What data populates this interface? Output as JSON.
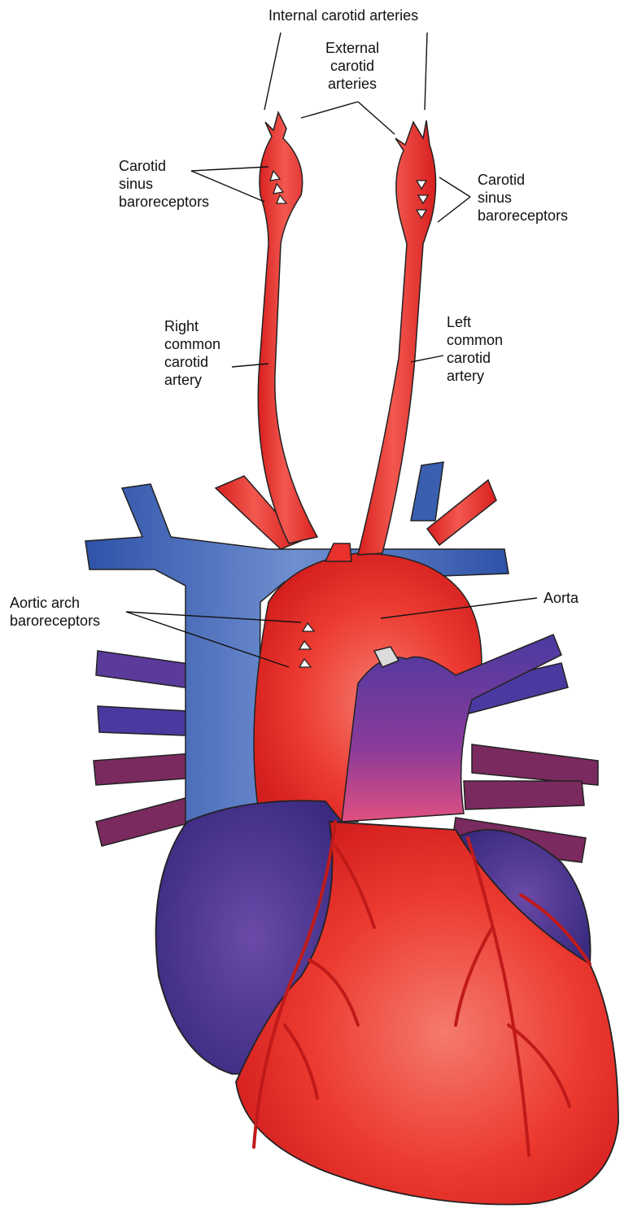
{
  "labels": {
    "internal_carotid": "Internal carotid arteries",
    "external_carotid": [
      "External",
      "carotid",
      "arteries"
    ],
    "carotid_sinus_left": [
      "Carotid",
      "sinus",
      "baroreceptors"
    ],
    "carotid_sinus_right": [
      "Carotid",
      "sinus",
      "baroreceptors"
    ],
    "right_common": [
      "Right",
      "common",
      "carotid",
      "artery"
    ],
    "left_common": [
      "Left",
      "common",
      "carotid",
      "artery"
    ],
    "aortic_arch": [
      "Aortic arch",
      "baroreceptors"
    ],
    "aorta": "Aorta"
  },
  "colors": {
    "artery": "#e8302c",
    "artery_light": "#f0605a",
    "vein": "#3a5fb0",
    "vein_dark": "#40308a",
    "pulmonary_vein": "#7a2a5e",
    "marker": "#ffffff"
  },
  "icons": [
    "baroreceptor-marker-icon"
  ]
}
